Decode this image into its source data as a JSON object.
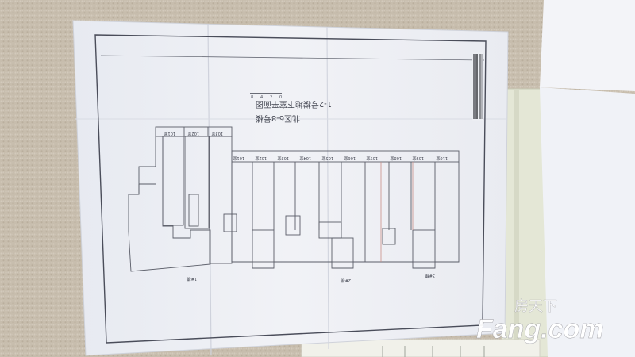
{
  "photo": {
    "subject": "floor-plan-sheet",
    "colors": {
      "carpet": "#c9bfb0",
      "paper": "#eceef3",
      "ink": "#4a4d5a",
      "red_ink": "#c98f86"
    }
  },
  "plan": {
    "title": "1-2号楼地下室平面图",
    "subtitle": "北区6-8号楼",
    "scale_marks": [
      "0",
      "2",
      "4",
      "8"
    ],
    "units_top_left": [
      "101室",
      "102室",
      "103室"
    ],
    "units_top_right": [
      "101室",
      "102室",
      "103室",
      "104室",
      "105室",
      "106室",
      "107室",
      "108室",
      "109室",
      "110室"
    ],
    "section_labels": [
      "1#楼",
      "2#楼",
      "3#楼"
    ]
  },
  "watermark": {
    "cn": "房天下",
    "brand": "Fang.com"
  }
}
